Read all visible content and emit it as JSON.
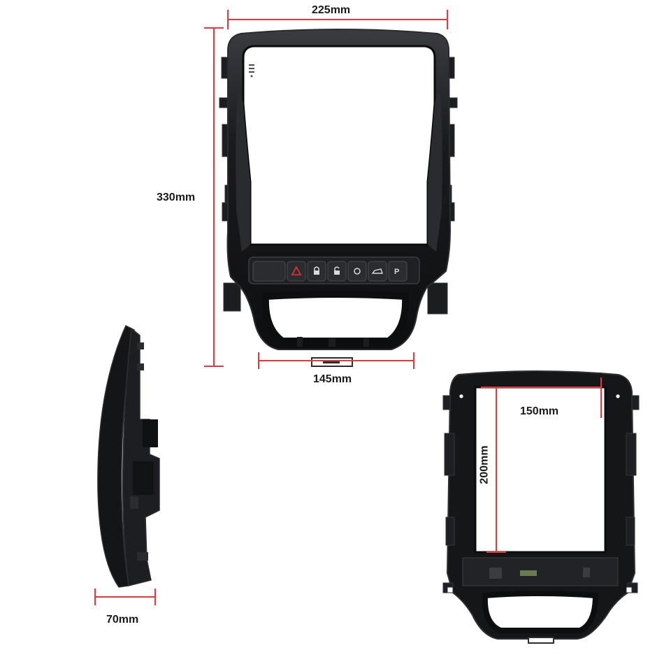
{
  "product_views": [
    {
      "view": "front",
      "buttons": [
        "blank",
        "hazard",
        "lock",
        "unlock",
        "fan",
        "car-lift",
        "park-assist"
      ]
    },
    {
      "view": "side"
    },
    {
      "view": "back"
    }
  ],
  "dimensions": {
    "width_top": "225mm",
    "height_left": "330mm",
    "width_bottom": "145mm",
    "depth_side": "70mm",
    "screen_width": "150mm",
    "screen_height": "200mm"
  },
  "colors": {
    "dimension_line": "#e2383f",
    "frame": "#141517",
    "frame_edge": "#2c2e31",
    "hazard": "#d8322f"
  }
}
